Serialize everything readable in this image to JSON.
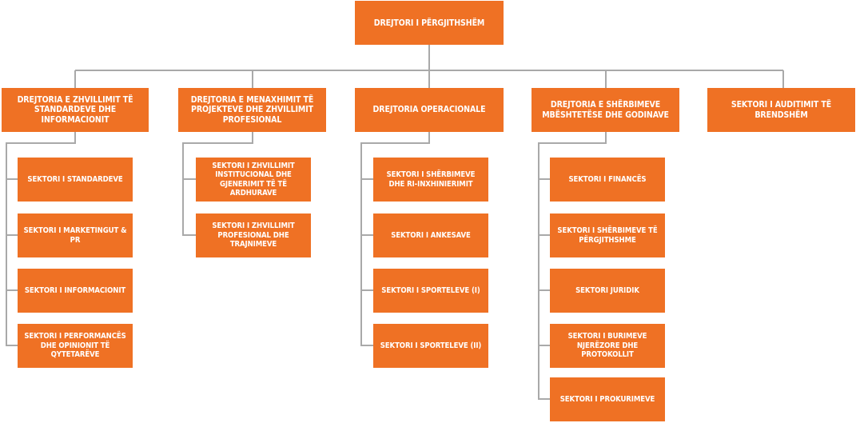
{
  "colors": {
    "box": "#ef7124",
    "text": "#ffffff",
    "line": "#a9a9a9"
  },
  "root": {
    "label": "DREJTORI I PËRGJITHSHËM"
  },
  "directorates": [
    {
      "label": "DREJTORIA E ZHVILLIMIT TË STANDARDEVE DHE INFORMACIONIT",
      "sectors": [
        "SEKTORI I STANDARDEVE",
        "SEKTORI I MARKETINGUT & PR",
        "SEKTORI I INFORMACIONIT",
        "SEKTORI I PERFORMANCËS DHE OPINIONIT TË QYTETARËVE"
      ]
    },
    {
      "label": "DREJTORIA E MENAXHIMIT TË PROJEKTEVE DHE ZHVILLIMIT PROFESIONAL",
      "sectors": [
        "SEKTORI I ZHVILLIMIT INSTITUCIONAL DHE GJENERIMIT TË TË ARDHURAVE",
        "SEKTORI I ZHVILLIMIT PROFESIONAL DHE TRAJNIMEVE"
      ]
    },
    {
      "label": "DREJTORIA OPERACIONALE",
      "sectors": [
        "SEKTORI I SHËRBIMEVE DHE RI-INXHINIERIMIT",
        "SEKTORI I ANKESAVE",
        "SEKTORI I SPORTELEVE (I)",
        "SEKTORI I SPORTELEVE (II)"
      ]
    },
    {
      "label": "DREJTORIA E SHËRBIMEVE MBËSHTETËSE DHE GODINAVE",
      "sectors": [
        "SEKTORI I FINANCËS",
        "SEKTORI I SHËRBIMEVE TË PËRGJITHSHME",
        "SEKTORI JURIDIK",
        "SEKTORI I BURIMEVE NJERËZORE DHE PROTOKOLLIT",
        "SEKTORI I PROKURIMEVE"
      ]
    },
    {
      "label": "SEKTORI I AUDITIMIT TË BRENDSHËM",
      "sectors": []
    }
  ]
}
